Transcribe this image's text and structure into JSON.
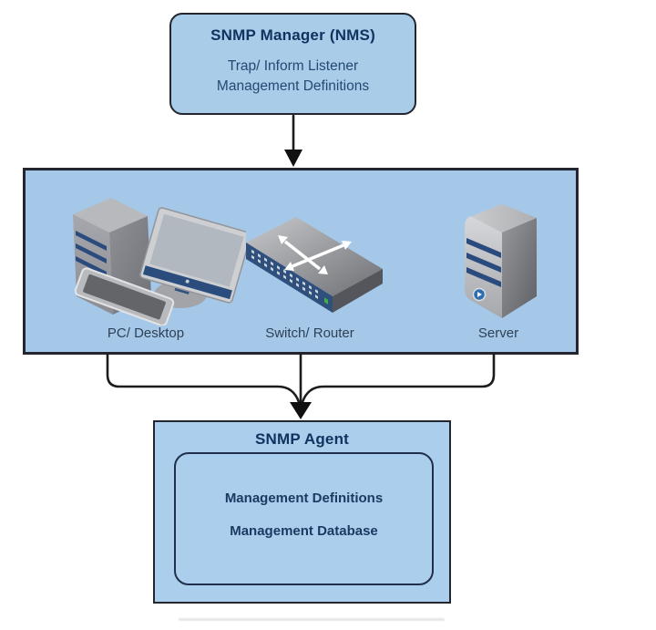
{
  "manager": {
    "title": "SNMP Manager (NMS)",
    "line1": "Trap/ Inform Listener",
    "line2": "Management Definitions"
  },
  "devices": {
    "items": [
      {
        "label": "PC/ Desktop",
        "icon": "desktop-computer-icon"
      },
      {
        "label": "Switch/ Router",
        "icon": "network-switch-icon"
      },
      {
        "label": "Server",
        "icon": "server-tower-icon"
      }
    ]
  },
  "agent": {
    "title": "SNMP Agent",
    "line1": "Management Definitions",
    "line2": "Management Database"
  },
  "colors": {
    "box_fill": "#a9cce9",
    "box_border": "#23262e",
    "title_text": "#0f3460",
    "body_text": "#224a72",
    "label_text": "#2e4156",
    "connector": "#1c1c1c",
    "device_accent_navy": "#2a4b7d"
  }
}
